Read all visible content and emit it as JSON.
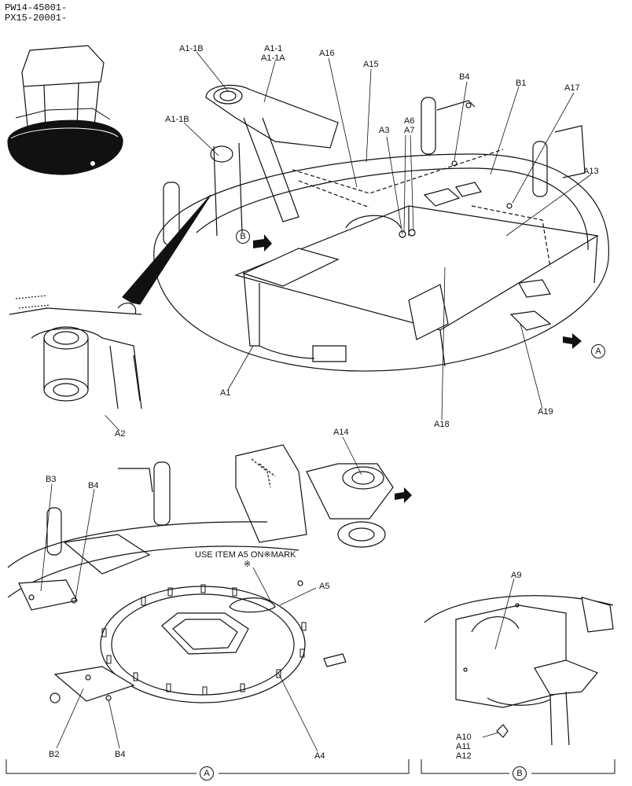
{
  "header": {
    "line1": "PW14-45001-",
    "line2": "PX15-20001-"
  },
  "callouts": {
    "a1_1b_top": "A1-1B",
    "a1_1": "A1-1",
    "a1_1a": "A1-1A",
    "a16": "A16",
    "a15": "A15",
    "b4_top": "B4",
    "b1": "B1",
    "a17": "A17",
    "a1_1b_left": "A1-1B",
    "a6": "A6",
    "a7": "A7",
    "a3": "A3",
    "a13": "A13",
    "a1": "A1",
    "a2": "A2",
    "a18": "A18",
    "a19": "A19",
    "a14": "A14",
    "b3": "B3",
    "b4_mid": "B4",
    "use_note": "USE ITEM A5 ON※MARK",
    "mark": "※",
    "a5": "A5",
    "a9": "A9",
    "b2": "B2",
    "b4_bottom": "B4",
    "a4": "A4",
    "a10": "A10",
    "a11": "A11",
    "a12": "A12"
  },
  "views": {
    "b_marker": "B",
    "a_marker": "A",
    "a_section": "A",
    "b_section": "B"
  }
}
